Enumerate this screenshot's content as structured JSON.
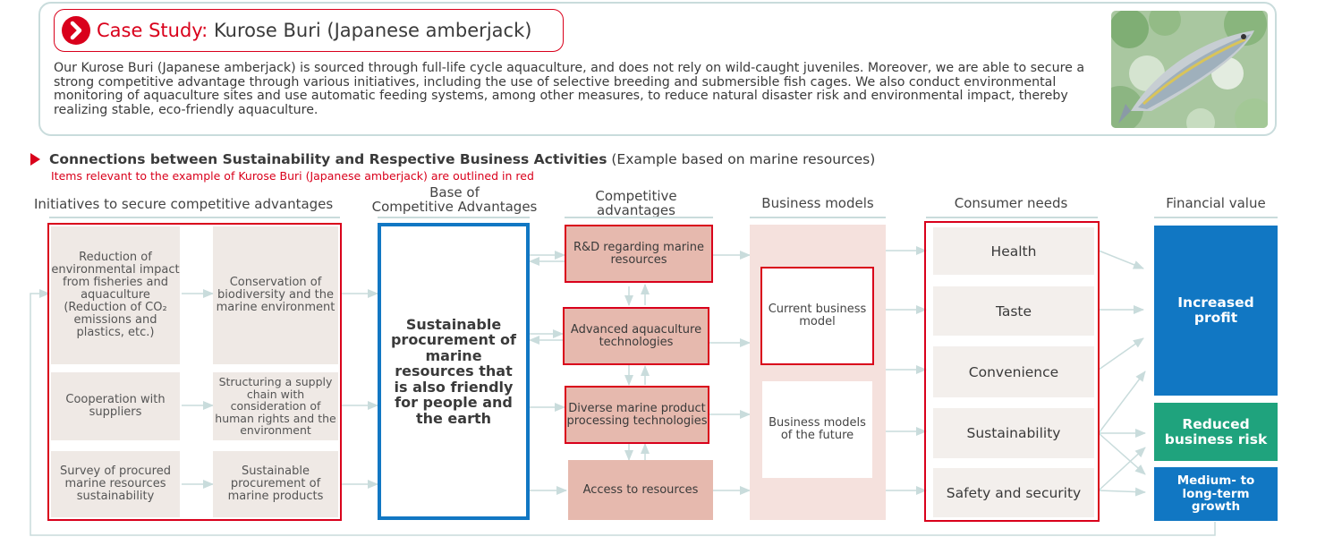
{
  "case_study": {
    "label": "Case Study:",
    "title": "Kurose Buri (Japanese amberjack)",
    "body": "Our Kurose Buri (Japanese amberjack) is sourced through full-life cycle aquaculture, and does not rely on wild-caught juveniles. Moreover, we are able to secure a strong competitive advantage through various initiatives, including the use of selective breeding and submersible fish cages. We also conduct environmental monitoring of aquaculture sites and use automatic feeding systems, among other measures, to reduce natural disaster risk and environmental impact, thereby realizing stable, eco-friendly aquaculture."
  },
  "connections": {
    "title": "Connections between Sustainability and Respective Business Activities",
    "title_note": "(Example based on marine resources)",
    "subtitle": "Items relevant to the example of Kurose Buri (Japanese amberjack) are outlined in red"
  },
  "columns": {
    "initiatives": "Initiatives to secure competitive advantages",
    "base_line1": "Base of",
    "base_line2": "Competitive Advantages",
    "competitive_line1": "Competitive",
    "competitive_line2": "advantages",
    "business_models": "Business models",
    "consumer_needs": "Consumer needs",
    "financial_value": "Financial value"
  },
  "initiatives": {
    "reduction": "Reduction of environmental impact from fisheries and aquaculture (Reduction of CO₂ emissions and plastics, etc.)",
    "conservation": "Conservation of biodiversity and the marine environment",
    "cooperation": "Cooperation with suppliers",
    "supply_chain": "Structuring a supply chain with consideration of human rights and the environment",
    "survey": "Survey of procured marine resources sustainability",
    "sustainable_procurement": "Sustainable procurement of marine products"
  },
  "base": {
    "text": "Sustainable procurement of marine resources that is also friendly for people and the earth"
  },
  "competitive": {
    "rd": "R&D regarding marine resources",
    "aquaculture": "Advanced aquaculture technologies",
    "processing": "Diverse marine product processing technologies",
    "access": "Access to resources"
  },
  "business": {
    "current": "Current business model",
    "future": "Business models of the future"
  },
  "needs": {
    "health": "Health",
    "taste": "Taste",
    "convenience": "Convenience",
    "sustainability": "Sustainability",
    "safety": "Safety and security"
  },
  "financial": {
    "profit": "Increased profit",
    "risk": "Reduced business risk",
    "growth": "Medium- to long-term growth"
  },
  "colors": {
    "red": "#d9001b",
    "blue_outline": "#1177c3",
    "blue": "#1177c3",
    "green": "#1fa37d",
    "arrow": "#c9dcdc",
    "beige": "#efe9e5",
    "pink": "#e6b9ae"
  }
}
